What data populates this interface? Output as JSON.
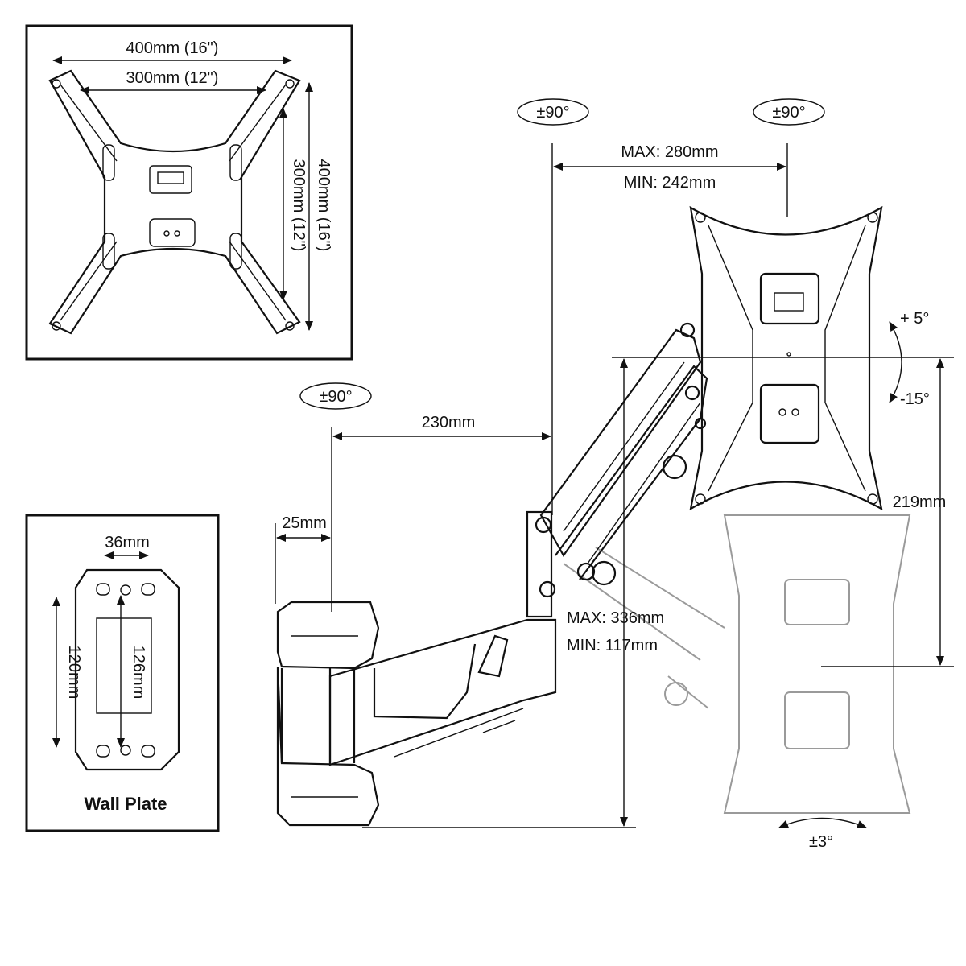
{
  "vesa_box": {
    "label_400_h": "400mm (16\")",
    "label_300_h": "300mm (12\")",
    "label_300_v": "300mm (12\")",
    "label_400_v": "400mm (16\")"
  },
  "wall_plate": {
    "title": "Wall Plate",
    "label_36": "36mm",
    "label_120": "120mm",
    "label_126": "126mm"
  },
  "rotation": {
    "wall_swivel": "±90°",
    "elbow_swivel": "±90°",
    "head_swivel": "±90°",
    "tilt_up": "+ 5°",
    "tilt_down": "-15°",
    "level": "±3°"
  },
  "dimensions": {
    "arm_230": "230mm",
    "plate_25": "25mm",
    "head_max": "MAX: 280mm",
    "head_min": "MIN: 242mm",
    "extension_max": "MAX: 336mm",
    "extension_min": "MIN: 117mm",
    "height_219": "219mm"
  },
  "colors": {
    "line": "#111111",
    "ghost": "#9a9a9a"
  }
}
